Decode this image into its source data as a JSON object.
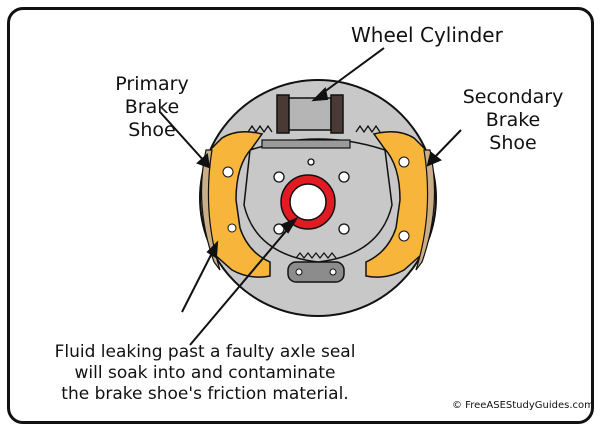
{
  "labels": {
    "wheel_cylinder": "Wheel Cylinder",
    "primary_shoe": [
      "Primary",
      "Brake",
      "Shoe"
    ],
    "secondary_shoe": [
      "Secondary",
      "Brake",
      "Shoe"
    ],
    "caption": [
      "Fluid leaking past a faulty axle seal",
      "will soak into and contaminate",
      "the brake shoe's friction material."
    ],
    "copyright": "© FreeASEStudyGuides.com"
  },
  "colors": {
    "backing_plate": "#c8c8c8",
    "brake_shoe": "#f7b53b",
    "lining": "#c9ae88",
    "axle_seal": "#e21b22",
    "wheel_cylinder_body": "#b5b5b5",
    "outline": "#111111"
  }
}
